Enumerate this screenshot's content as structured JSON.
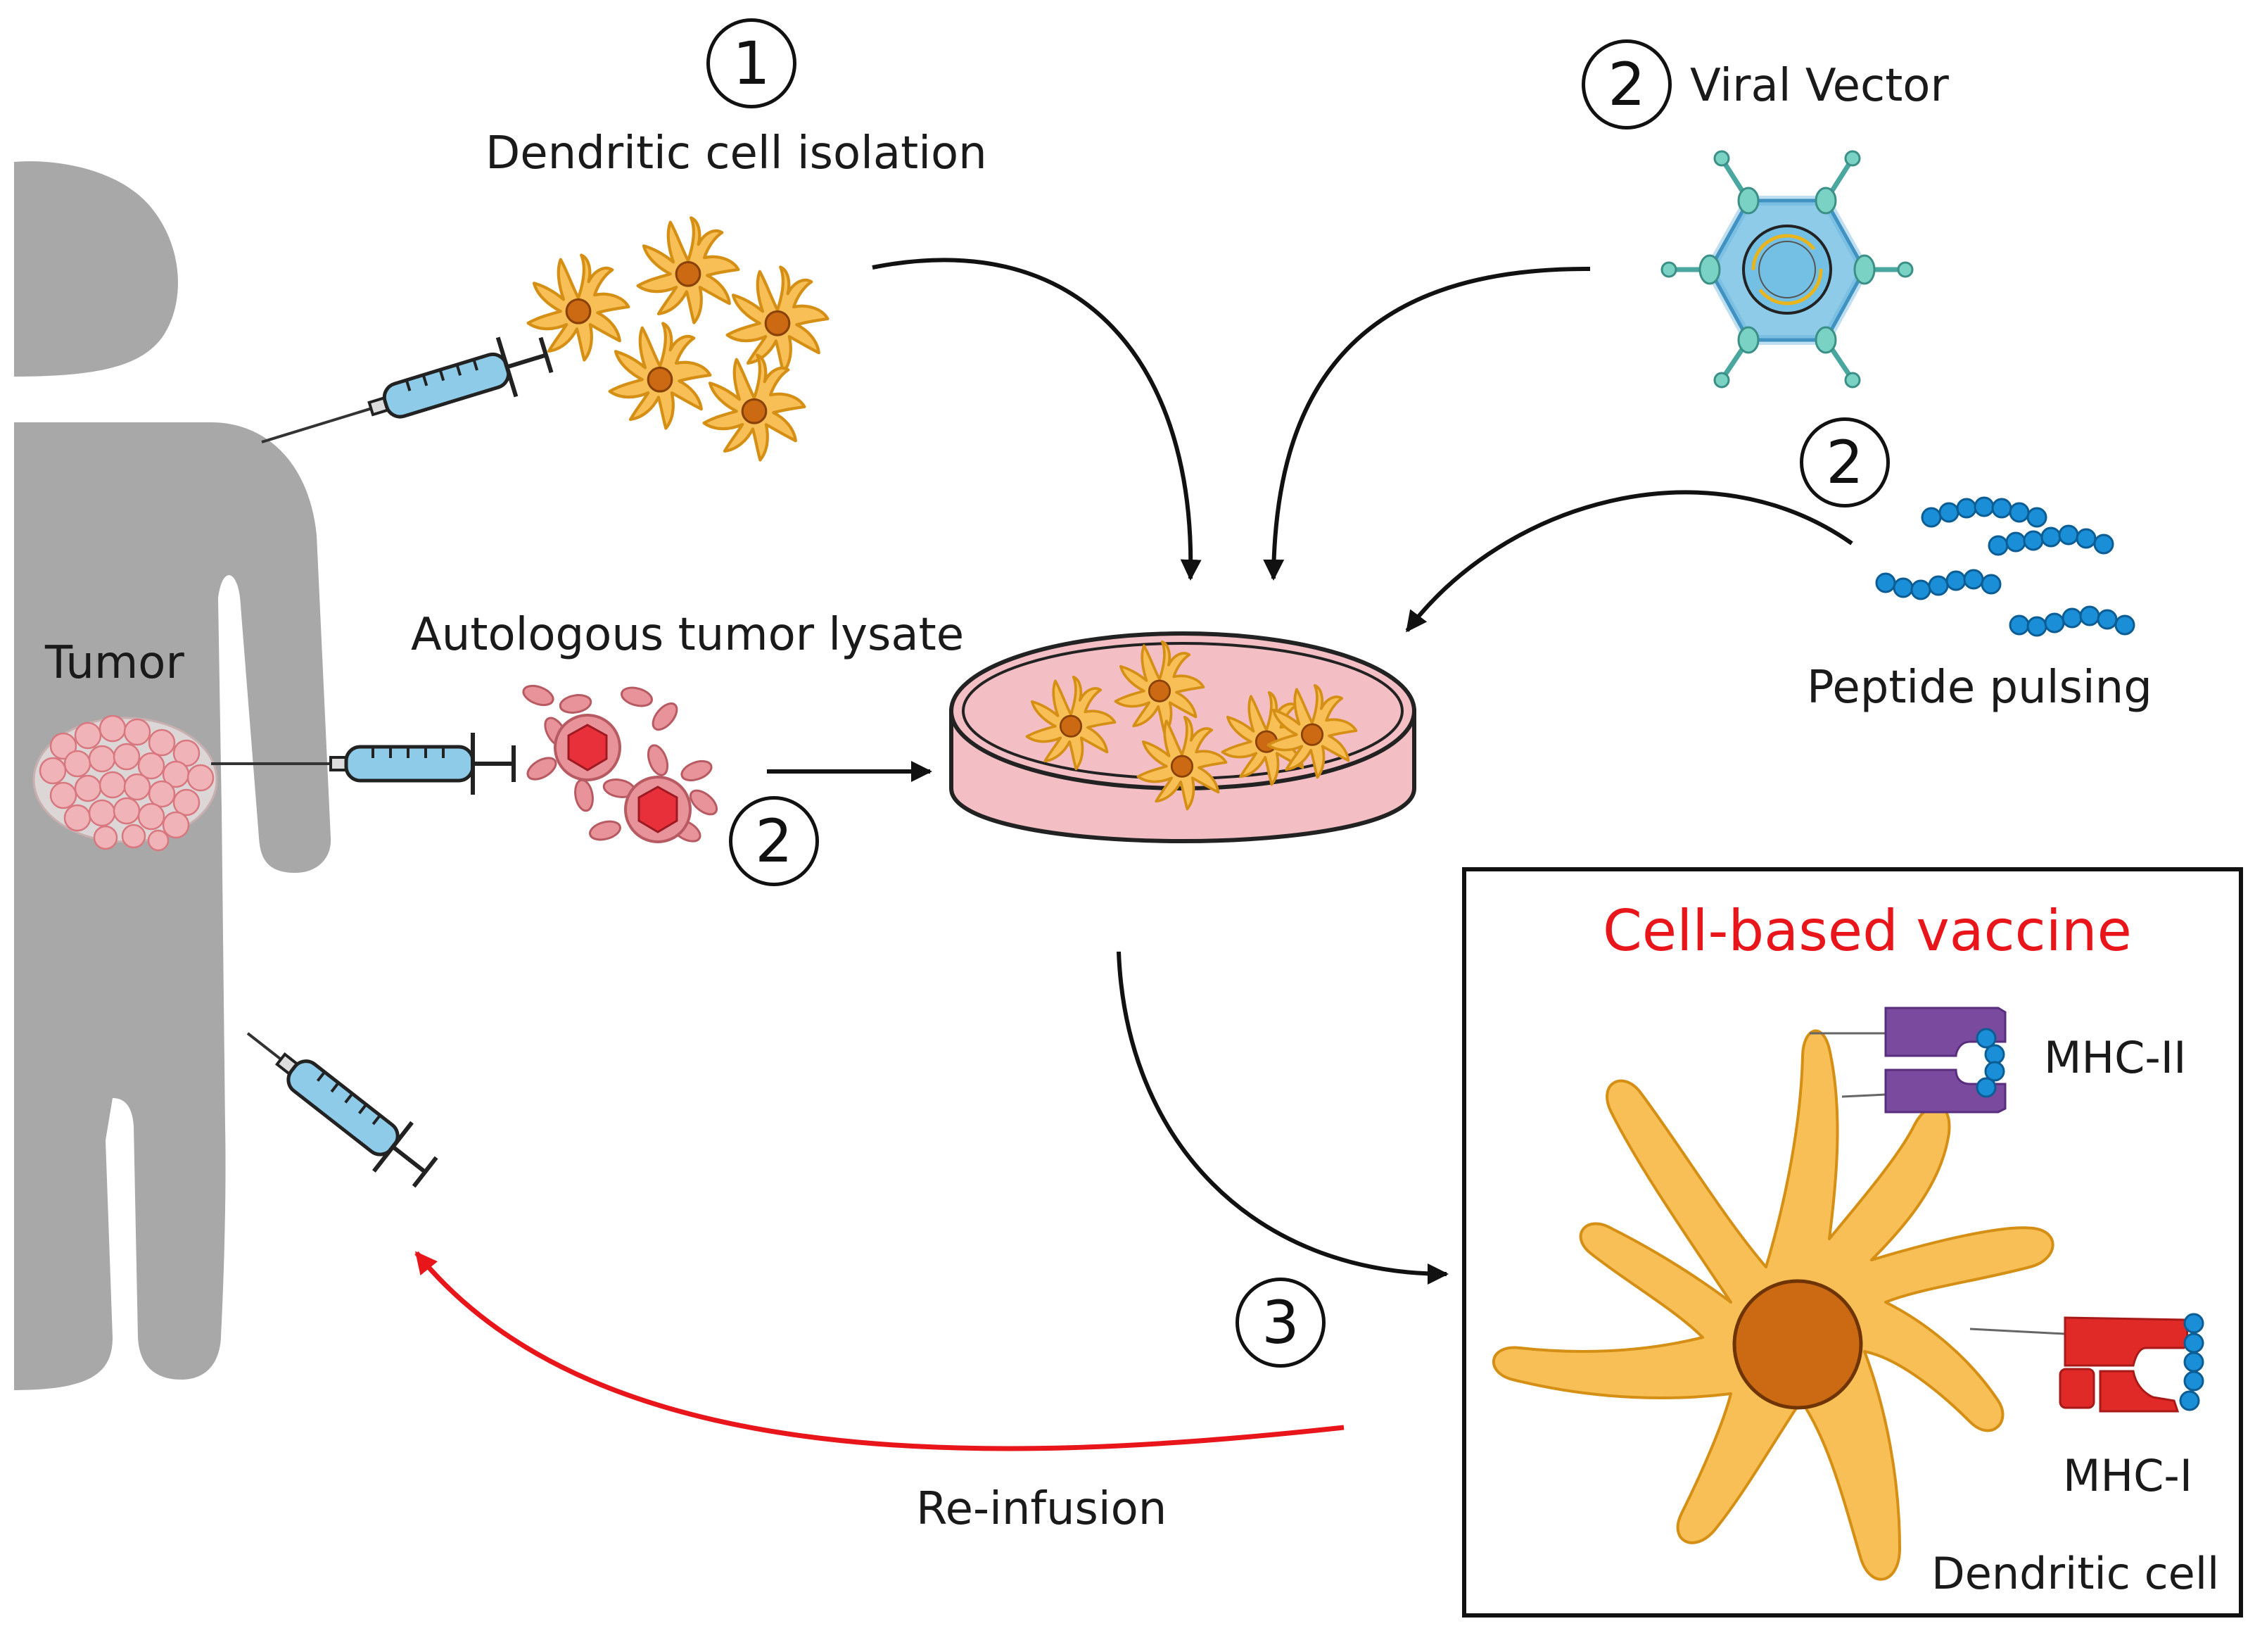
{
  "labels": {
    "dendritic_isolation": "Dendritic cell isolation",
    "viral_vector": "Viral Vector",
    "peptide_pulsing": "Peptide pulsing",
    "tumor_lysate": "Autologous tumor lysate",
    "tumor": "Tumor",
    "vaccine_title": "Cell-based vaccine",
    "mhc_ii": "MHC-II",
    "mhc_i": "MHC-I",
    "dendritic_cell": "Dendritic cell",
    "reinfusion": "Re-infusion"
  },
  "steps": {
    "isolation": "1",
    "viral_vector": "2",
    "peptide": "2",
    "lysate": "2",
    "reinfusion": "3"
  },
  "colors": {
    "body": "#a8a8a8",
    "cell_fill": "#f7bf56",
    "cell_stroke": "#d48f14",
    "nucleus": "#cc6a14",
    "dish": "#f3bfc4",
    "tumor": "#e8939a",
    "virus": "#8ecbe8",
    "peptide": "#1a8fd8",
    "mhc_ii": "#7a4a9e",
    "mhc_i": "#e02a28",
    "vaccine_title": "#e8151b",
    "reinfusion_arrow": "#e8151b"
  }
}
